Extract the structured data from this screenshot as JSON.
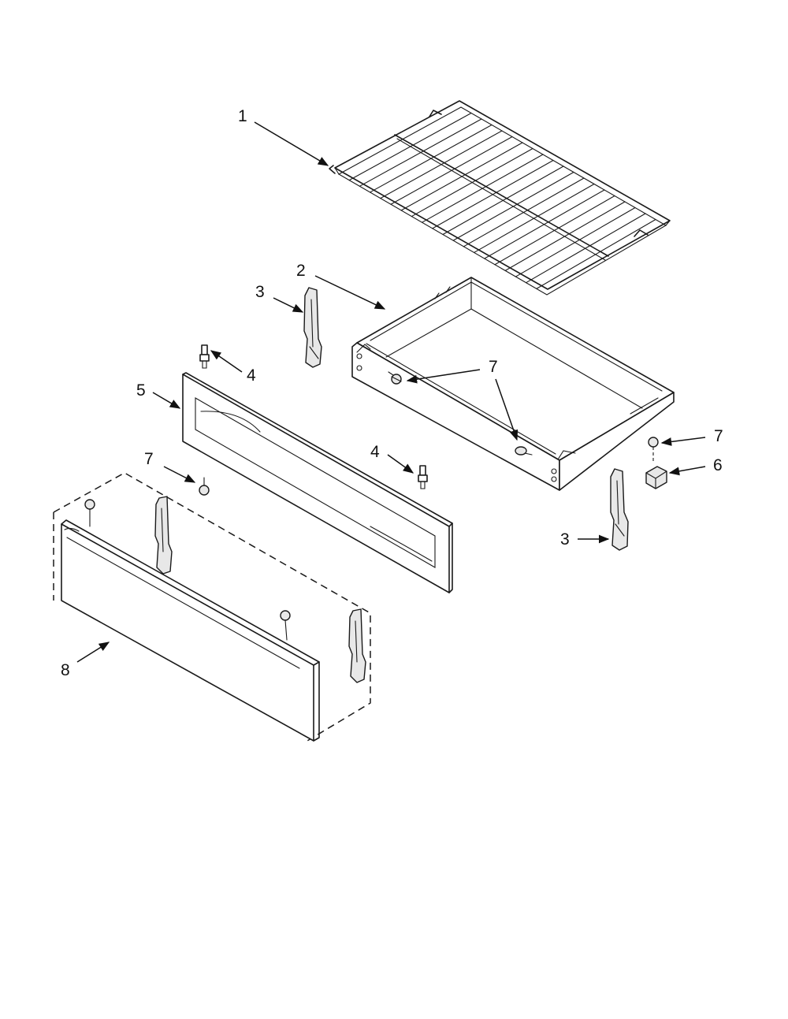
{
  "diagram": {
    "callouts": [
      {
        "id": "c1",
        "text": "1"
      },
      {
        "id": "c2",
        "text": "2"
      },
      {
        "id": "c3a",
        "text": "3"
      },
      {
        "id": "c3b",
        "text": "3"
      },
      {
        "id": "c4a",
        "text": "4"
      },
      {
        "id": "c4b",
        "text": "4"
      },
      {
        "id": "c5",
        "text": "5"
      },
      {
        "id": "c6",
        "text": "6"
      },
      {
        "id": "c7a",
        "text": "7"
      },
      {
        "id": "c7b",
        "text": "7"
      },
      {
        "id": "c7c",
        "text": "7"
      },
      {
        "id": "c8",
        "text": "8"
      }
    ]
  }
}
